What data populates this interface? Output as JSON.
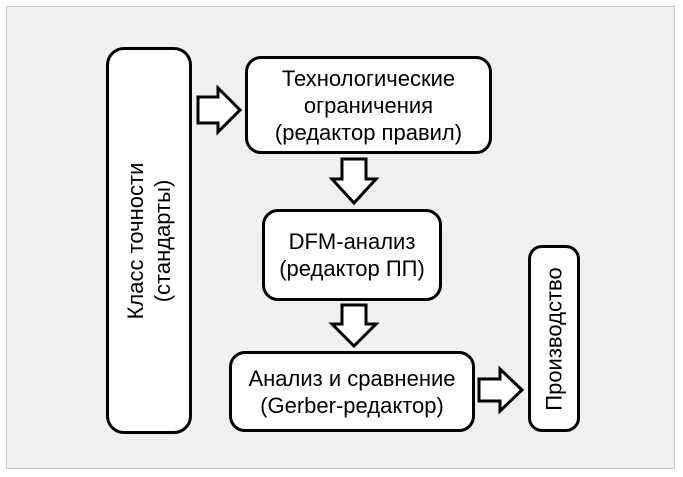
{
  "diagram": {
    "nodes": {
      "accuracy_class": {
        "line1": "Класс точности",
        "line2": "(стандарты)"
      },
      "tech_constraints": {
        "line1": "Технологические",
        "line2": "ограничения",
        "line3": "(редактор правил)"
      },
      "dfm": {
        "line1": "DFM-анализ",
        "line2": "(редактор ПП)"
      },
      "analysis": {
        "line1": "Анализ и сравнение",
        "line2": "(Gerber-редактор)"
      },
      "production": {
        "label": "Производство"
      }
    },
    "colors": {
      "background": "#f0f0f0",
      "box_fill": "#ffffff",
      "stroke": "#000000"
    }
  }
}
